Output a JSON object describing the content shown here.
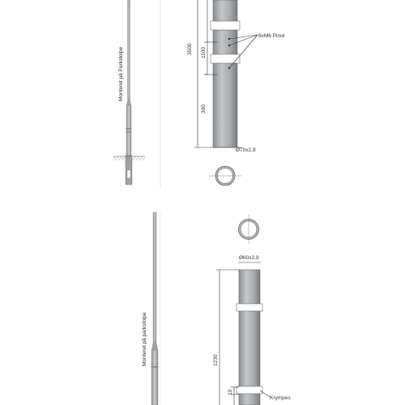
{
  "top_drawing": {
    "mount_label": "Monteret på Parkstolpe",
    "dim_total": "3500",
    "dim_upper": "1100",
    "dim_lower": "300",
    "pin_label": "6xM6 Pinol",
    "diameter_label": "Ø70x2,9"
  },
  "bottom_drawing": {
    "mount_label": "Monteret på parkstolpe",
    "diameter_label": "Ø60x2,9",
    "dim_total": "1230",
    "dim_small": "10",
    "shrink_label": "Krympes"
  },
  "colors": {
    "pole_fill": "#a8acaf",
    "pole_dark": "#7e8285",
    "line": "#333333",
    "background": "#ffffff"
  }
}
